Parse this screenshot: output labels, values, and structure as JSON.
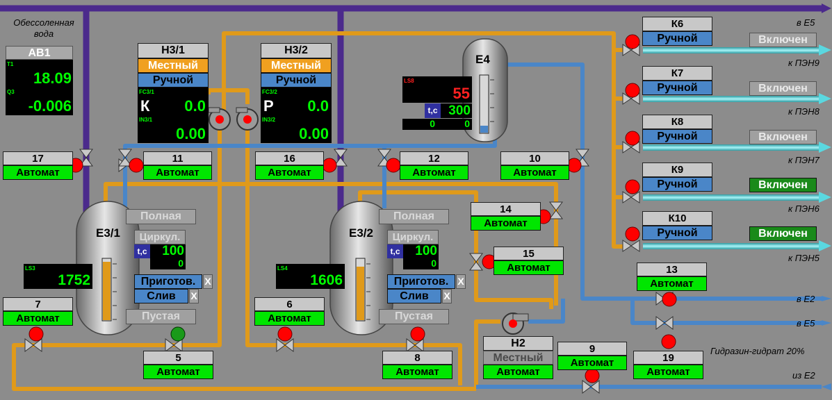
{
  "labels": {
    "demin_water_1": "Обессоленная",
    "demin_water_2": "вода",
    "to_e5_top": "в Е5",
    "to_pen9": "к ПЭН9",
    "to_pen8": "к ПЭН8",
    "to_pen7": "к ПЭН7",
    "to_pen6": "к ПЭН6",
    "to_pen5": "к ПЭН5",
    "to_e2": "в Е2",
    "to_e5_bottom": "в Е5",
    "hydrazine": "Гидразин-гидрат 20%",
    "from_e2": "из Е2"
  },
  "av1": {
    "title": "АВ1",
    "t1_tag": "T1",
    "t1_value": "18.09",
    "q3_tag": "Q3",
    "q3_value": "-0.006"
  },
  "pumps": {
    "h31": {
      "title": "Н3/1",
      "mode1": "Местный",
      "mode2": "Ручной",
      "fc_tag": "FC3/1",
      "fc_letter": "К",
      "fc_value": "0.0",
      "in_tag": "IN3/1",
      "in_value": "0.00"
    },
    "h32": {
      "title": "Н3/2",
      "mode1": "Местный",
      "mode2": "Ручной",
      "fc_tag": "FC3/2",
      "fc_letter": "Р",
      "fc_value": "0.0",
      "in_tag": "IN3/2",
      "in_value": "0.00"
    },
    "h2": {
      "title": "Н2",
      "mode1": "Местный",
      "mode2": "Автомат"
    }
  },
  "e4": {
    "title": "Е4",
    "ls_tag": "LS8",
    "ls_value": "55",
    "t_label": "t,c",
    "t_value": "300",
    "c1": "0",
    "c2": "0",
    "level": 0.12
  },
  "tanks": {
    "e31": {
      "title": "Е3/1",
      "full": "Полная",
      "circ": "Циркул.",
      "t_label": "t,c",
      "t_value": "100",
      "c_value": "0",
      "ls_tag": "LS3",
      "ls_value": "1752",
      "prep": "Приготов.",
      "drain": "Слив",
      "x": "X",
      "empty": "Пустая",
      "level": 0.95
    },
    "e32": {
      "title": "Е3/2",
      "full": "Полная",
      "circ": "Циркул.",
      "t_label": "t,c",
      "t_value": "100",
      "c_value": "0",
      "ls_tag": "LS4",
      "ls_value": "1606",
      "prep": "Приготов.",
      "drain": "Слив",
      "x": "X",
      "empty": "Пустая",
      "level": 0.88
    }
  },
  "valves": {
    "v17": {
      "num": "17",
      "mode": "Автомат"
    },
    "v11": {
      "num": "11",
      "mode": "Автомат"
    },
    "v16": {
      "num": "16",
      "mode": "Автомат"
    },
    "v12": {
      "num": "12",
      "mode": "Автомат"
    },
    "v10": {
      "num": "10",
      "mode": "Автомат"
    },
    "v14": {
      "num": "14",
      "mode": "Автомат"
    },
    "v15": {
      "num": "15",
      "mode": "Автомат"
    },
    "v13": {
      "num": "13",
      "mode": "Автомат"
    },
    "v7": {
      "num": "7",
      "mode": "Автомат"
    },
    "v6": {
      "num": "6",
      "mode": "Автомат"
    },
    "v5": {
      "num": "5",
      "mode": "Автомат"
    },
    "v8": {
      "num": "8",
      "mode": "Автомат"
    },
    "v9": {
      "num": "9",
      "mode": "Автомат"
    },
    "v19": {
      "num": "19",
      "mode": "Автомат"
    }
  },
  "kvalves": [
    {
      "num": "К6",
      "mode": "Ручной",
      "state": "Включен"
    },
    {
      "num": "К7",
      "mode": "Ручной",
      "state": "Включен"
    },
    {
      "num": "К8",
      "mode": "Ручной",
      "state": "Включен"
    },
    {
      "num": "К9",
      "mode": "Ручной",
      "state": "Включен"
    },
    {
      "num": "К10",
      "mode": "Ручной",
      "state": "Включен"
    }
  ],
  "colors": {
    "background": "#8c8c8c",
    "water_main": "#4b2a8c",
    "orange_pipe": "#e09a1a",
    "blue_pipe": "#4a86c8",
    "cyan_pipe": "#3fc8d0",
    "status_green": "#00e600",
    "led_red": "#ff0000",
    "led_green": "#1a9a1a"
  }
}
